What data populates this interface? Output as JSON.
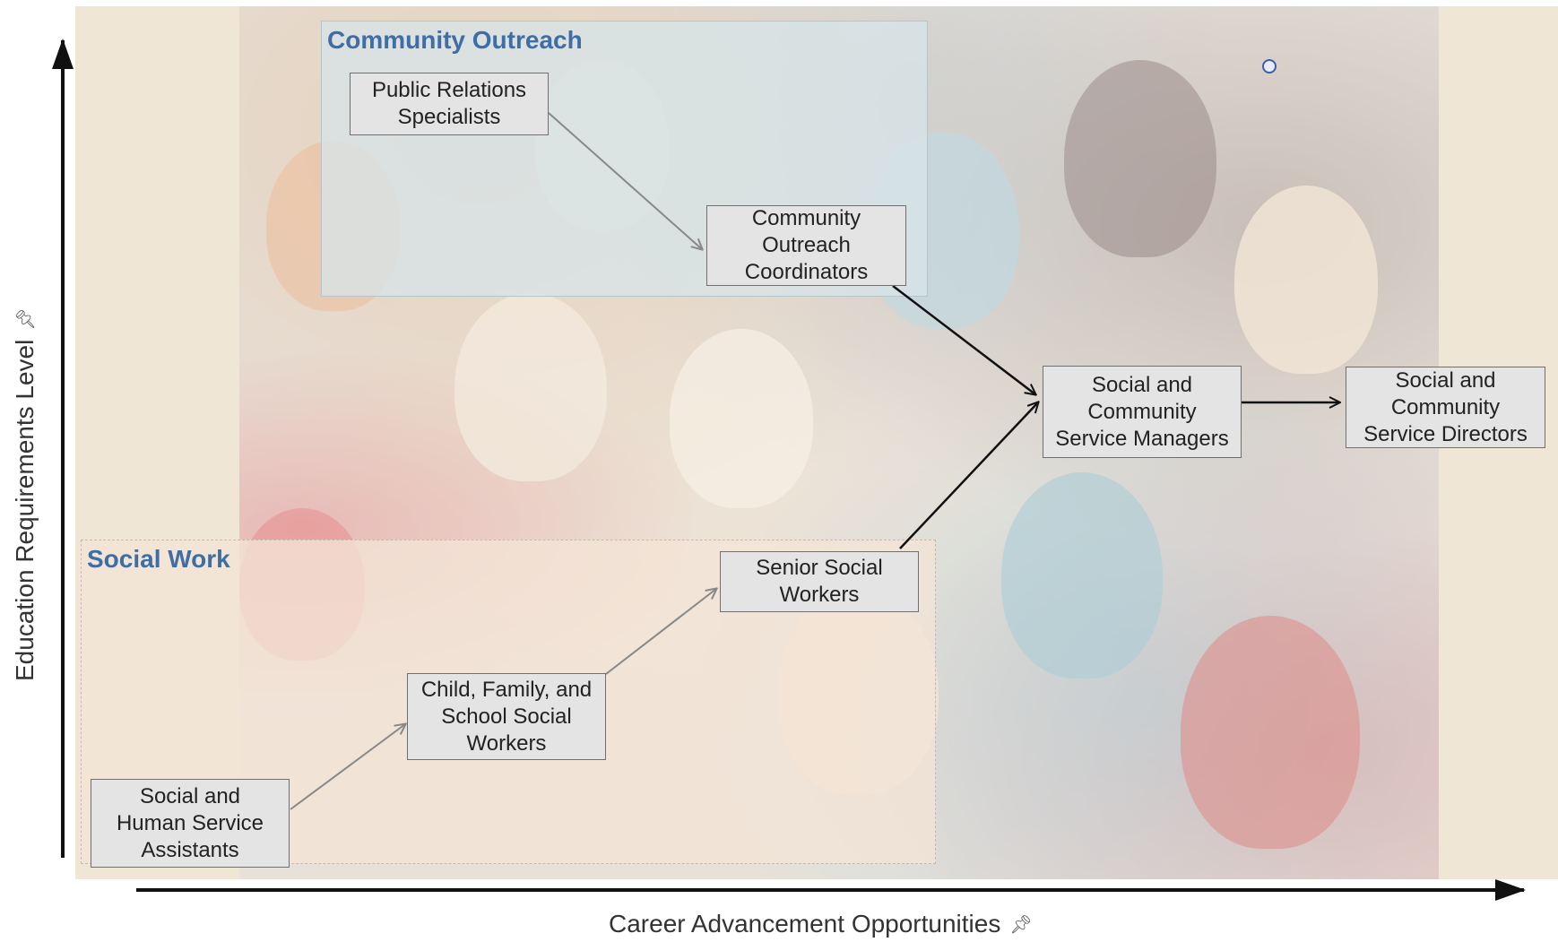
{
  "axes": {
    "y_label": "Education Requirements Level",
    "x_label": "Career Advancement Opportunities",
    "pin_icon": "pin-icon"
  },
  "regions": {
    "outreach_title": "Community Outreach",
    "social_work_title": "Social Work"
  },
  "nodes": {
    "pr_specialists": "Public Relations\nSpecialists",
    "outreach_coordinators": "Community\nOutreach\nCoordinators",
    "service_managers": "Social and\nCommunity\nService Managers",
    "service_directors": "Social and\nCommunity\nService Directors",
    "senior_social_workers": "Senior Social\nWorkers",
    "child_family_school": "Child, Family, and\nSchool Social\nWorkers",
    "human_service_assistants": "Social and\nHuman Service\nAssistants"
  },
  "colors": {
    "region_title": "#3f6da6",
    "node_fill": "#e4e4e4",
    "background": "#efe6d6"
  }
}
